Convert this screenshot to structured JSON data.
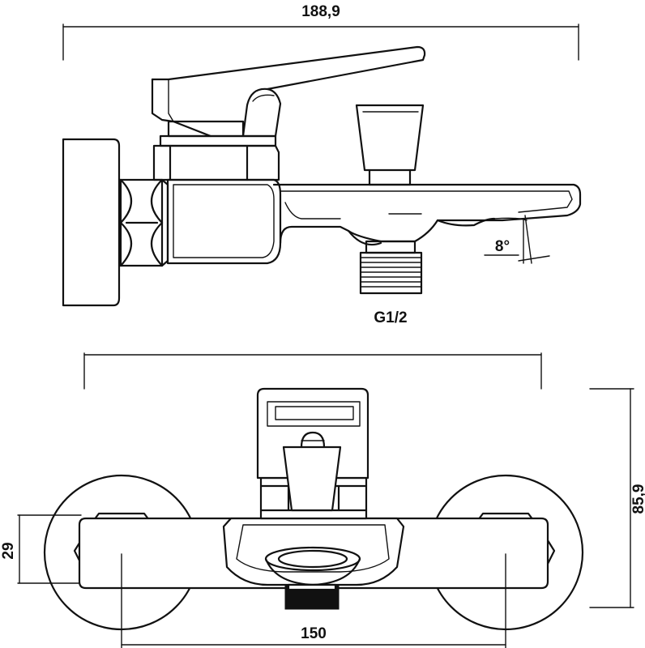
{
  "dimensions": {
    "total_length": "188,9",
    "thread_size": "G1/2",
    "spout_angle": "8°",
    "center_distance": "150",
    "depth": "85,9",
    "body_height": "29"
  }
}
